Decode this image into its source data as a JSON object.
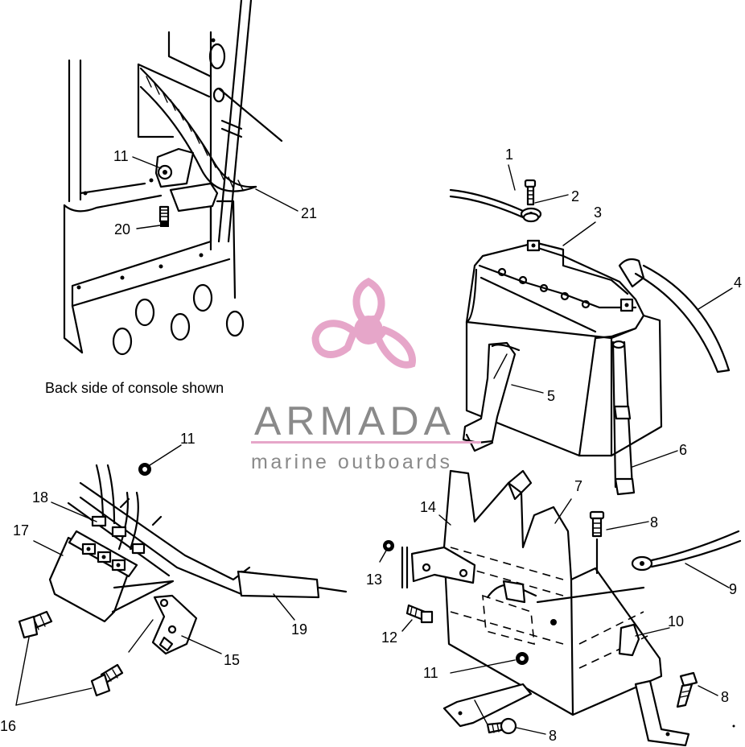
{
  "caption": "Back side of console shown",
  "watermark": {
    "title": "ARMADA",
    "subtitle": "marine outboards",
    "color_text": "#8a8a8a",
    "color_logo": "#e6a6c9",
    "color_underline": "#e6a6c9"
  },
  "callouts": [
    {
      "label": "1"
    },
    {
      "label": "2"
    },
    {
      "label": "3"
    },
    {
      "label": "4"
    },
    {
      "label": "5"
    },
    {
      "label": "6"
    },
    {
      "label": "7"
    },
    {
      "label": "8"
    },
    {
      "label": "8"
    },
    {
      "label": "8"
    },
    {
      "label": "9"
    },
    {
      "label": "10"
    },
    {
      "label": "11"
    },
    {
      "label": "11"
    },
    {
      "label": "11"
    },
    {
      "label": "12"
    },
    {
      "label": "13"
    },
    {
      "label": "14"
    },
    {
      "label": "15"
    },
    {
      "label": "16"
    },
    {
      "label": "17"
    },
    {
      "label": "18"
    },
    {
      "label": "19"
    },
    {
      "label": "20"
    },
    {
      "label": "21"
    }
  ]
}
